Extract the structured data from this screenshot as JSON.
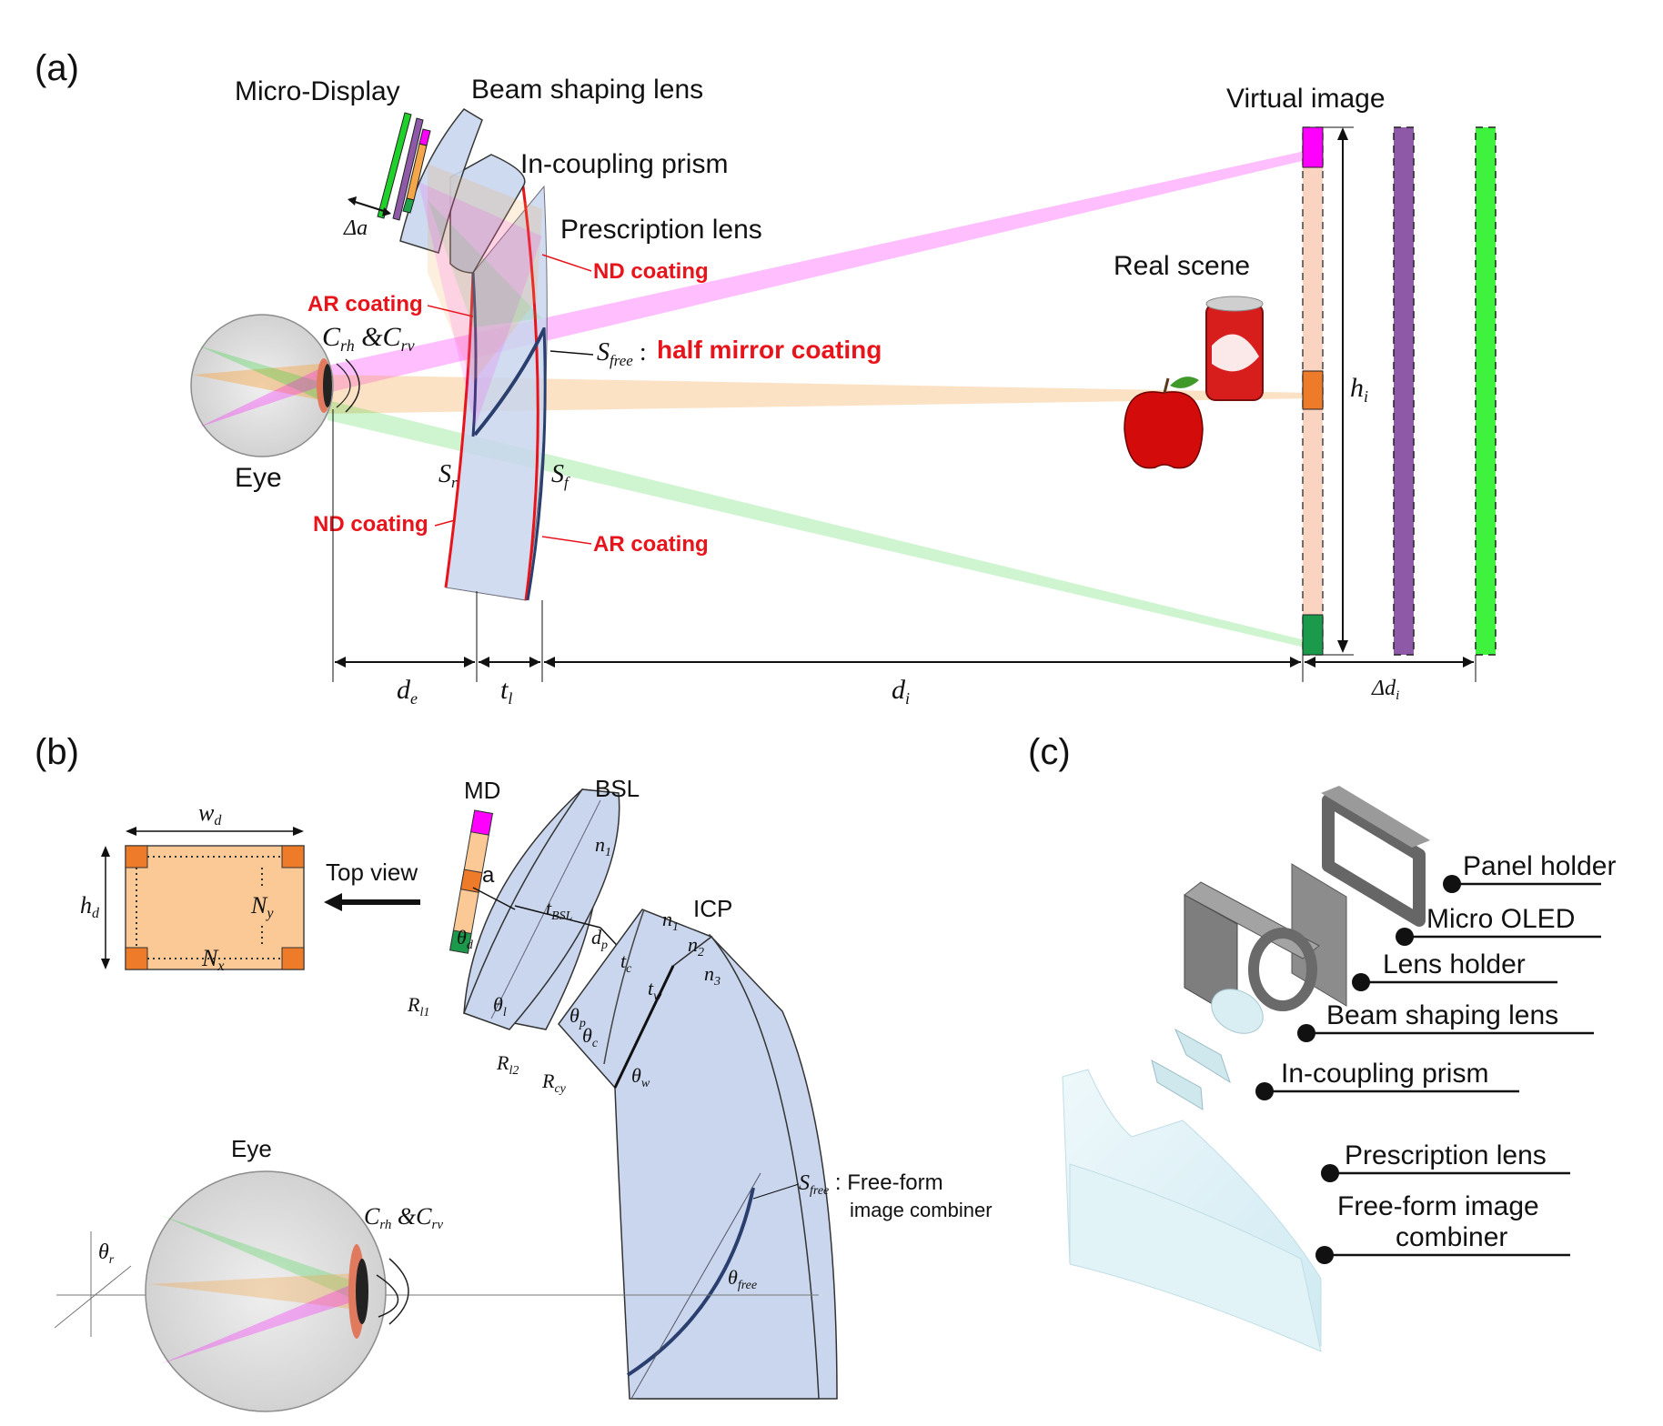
{
  "panel_a": {
    "label": "(a)",
    "micro_display": "Micro-Display",
    "beam_shaping_lens": "Beam shaping lens",
    "in_coupling_prism": "In-coupling prism",
    "prescription_lens": "Prescription lens",
    "nd_coating_top": "ND coating",
    "ar_coating_left": "AR coating",
    "c_rh": "C",
    "c_rh_sub": "rh",
    "amp": " &C",
    "c_rv_sub": "rv",
    "s_free": "S",
    "s_free_sub": "free",
    "s_free_colon": " : ",
    "half_mirror": "half mirror coating",
    "eye": "Eye",
    "s_r": "S",
    "s_r_sub": "r",
    "s_f": "S",
    "s_f_sub": "f",
    "nd_coating_bottom": "ND coating",
    "ar_coating_bottom": "AR coating",
    "delta_a": "Δa",
    "virtual_image": "Virtual image",
    "real_scene": "Real scene",
    "h_i": "h",
    "h_i_sub": "i",
    "d_e": "d",
    "d_e_sub": "e",
    "t_l": "t",
    "t_l_sub": "l",
    "d_i": "d",
    "d_i_sub": "i",
    "delta_d_i": "Δd",
    "delta_d_i_sub": "i"
  },
  "panel_b": {
    "label": "(b)",
    "md": "MD",
    "bsl": "BSL",
    "icp": "ICP",
    "top_view": "Top view",
    "w_d": "w",
    "w_d_sub": "d",
    "h_d": "h",
    "h_d_sub": "d",
    "n_y": "N",
    "n_y_sub": "y",
    "n_x": "N",
    "n_x_sub": "x",
    "a": "a",
    "theta_d": "θ",
    "theta_d_sub": "d",
    "n1_bsl": "n",
    "n1_bsl_sub": "1",
    "t_bsl": "t",
    "t_bsl_sub": "BSL",
    "d_p": "d",
    "d_p_sub": "p",
    "n1_icp": "n",
    "n1_icp_sub": "1",
    "n2": "n",
    "n2_sub": "2",
    "n3": "n",
    "n3_sub": "3",
    "t_c": "t",
    "t_c_sub": "c",
    "t_w": "t",
    "t_w_sub": "w",
    "r_l1": "R",
    "r_l1_sub": "l1",
    "theta_l": "θ",
    "theta_l_sub": "l",
    "r_l2": "R",
    "r_l2_sub": "l2",
    "theta_p": "θ",
    "theta_p_sub": "p",
    "theta_c": "θ",
    "theta_c_sub": "c",
    "r_cy": "R",
    "r_cy_sub": "cy",
    "theta_w": "θ",
    "theta_w_sub": "w",
    "eye": "Eye",
    "theta_r": "θ",
    "theta_r_sub": "r",
    "c_rh": "C",
    "c_rh_sub": "rh",
    "amp": " &C",
    "c_rv_sub": "rv",
    "s_free": "S",
    "s_free_sub": "free",
    "free_form_1": " : Free-form",
    "free_form_2": "image combiner",
    "theta_free": "θ",
    "theta_free_sub": "free"
  },
  "panel_c": {
    "label": "(c)",
    "parts": [
      "Panel holder",
      "Micro OLED",
      "Lens holder",
      "Beam shaping lens",
      "In-coupling prism",
      "Prescription lens",
      "Free-form image",
      "combiner"
    ]
  },
  "colors": {
    "magenta": "#ff00ff",
    "green": "#1fd12a",
    "orange": "#f4a64a",
    "purple": "#8e5aa8",
    "coating_red": "#e8141b",
    "lens_blue": "#c9d6ee",
    "dark_blue": "#2b3f6e"
  }
}
